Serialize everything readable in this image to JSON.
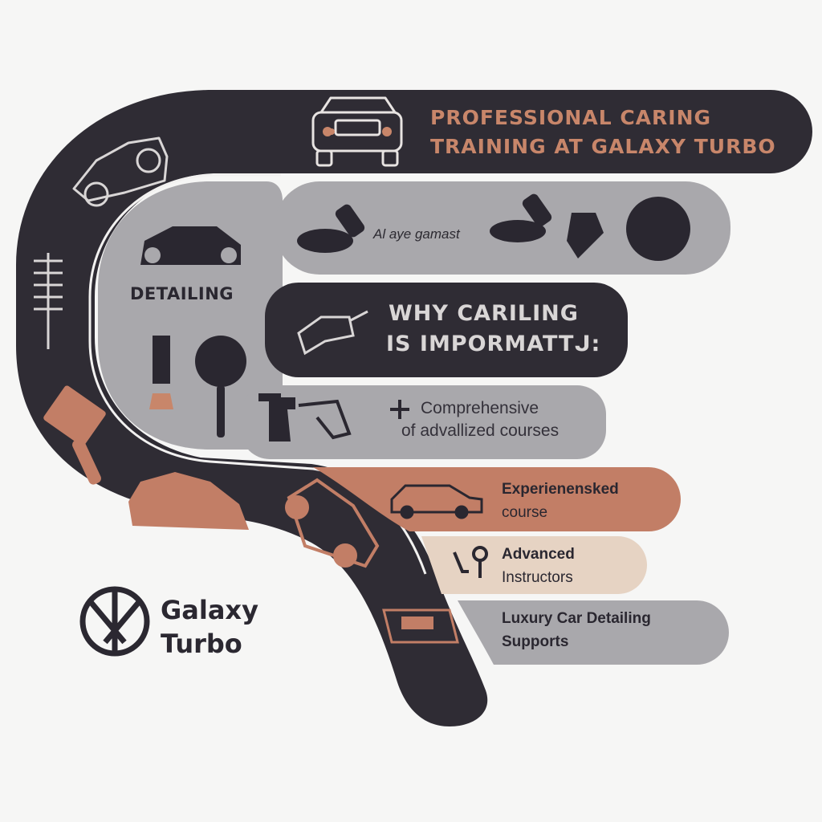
{
  "colors": {
    "band": "#2f2c34",
    "panel": "#a9a8ac",
    "copper": "#c27e66",
    "sand": "#e6d3c3",
    "title_text": "#c8866a",
    "icon_light": "#e8e4e2"
  },
  "title": {
    "line1": "PROFESSIONAL CARING",
    "line2": "TRAINING AT GALAXY TURBO"
  },
  "tools_row": {
    "caption": "Al aye gamast"
  },
  "detailing": {
    "label": "DETAILING"
  },
  "why": {
    "line1": "WHY CARILING",
    "line2": "IS IMPORMATTᒍ:"
  },
  "courses": {
    "line1": "Comprehensive",
    "line2": "of advallized courses"
  },
  "experienced": {
    "line1": "Experienensked",
    "line2": "course"
  },
  "advanced": {
    "line1": "Advanced",
    "line2": "Instructors"
  },
  "luxury": {
    "line1": "Luxury Car Detailing",
    "line2": "Supports"
  },
  "brand": {
    "line1": "Galaxy",
    "line2": "Turbo"
  },
  "icons": [
    "car-front-icon",
    "suv-icon",
    "buffer-icon",
    "polisher-icon",
    "pad-brush-icon",
    "toolbox-icon",
    "detail-brush-icon",
    "wheel-brush-icon",
    "spray-bottle-icon",
    "foam-gun-icon",
    "spray-wand-icon",
    "car-side-icon",
    "tire-brush-icon",
    "paint-brush-icon",
    "sedan-icon",
    "hatchback-icon",
    "plate-icon",
    "tools-icon",
    "galaxy-logo-icon"
  ]
}
